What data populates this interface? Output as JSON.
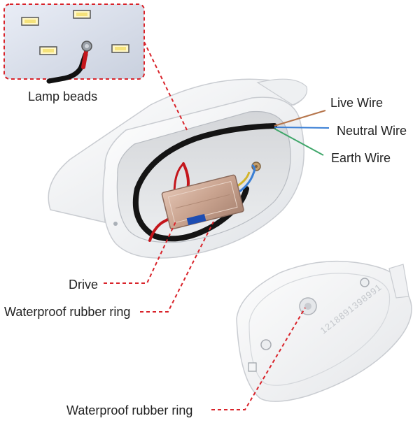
{
  "labels": {
    "lamp_beads": "Lamp beads",
    "live_wire": "Live Wire",
    "neutral_wire": "Neutral Wire",
    "earth_wire": "Earth Wire",
    "drive": "Drive",
    "waterproof_ring_upper": "Waterproof rubber ring",
    "waterproof_ring_lower": "Waterproof rubber ring"
  },
  "colors": {
    "callout_line": "#d9232a",
    "live_wire": "#b5744a",
    "neutral_wire": "#3a7fd5",
    "earth_wire": "#3fa66a",
    "housing": "#f3f4f6",
    "driver_body": "#c9a38f",
    "led_chip": "#f5e27a"
  },
  "base_plate_text": "1218891398991"
}
